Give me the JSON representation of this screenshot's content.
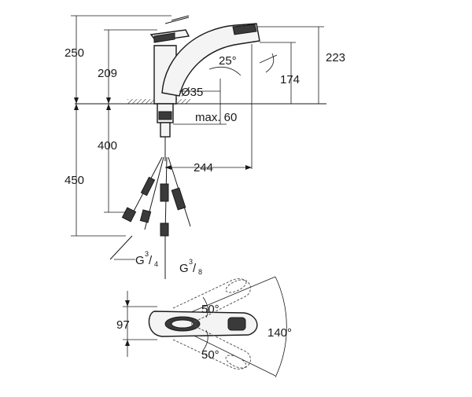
{
  "dimensions": {
    "height_total": "250",
    "height_spout": "209",
    "height_pullout": "223",
    "height_head": "174",
    "angle_head": "25°",
    "diameter": "Ø35",
    "max_thickness": "max. 60",
    "hose_400": "400",
    "hose_450": "450",
    "reach": "244",
    "connection_left_base": "G",
    "connection_left_num": "3",
    "connection_left_den": "4",
    "connection_right_base": "G",
    "connection_right_num": "3",
    "connection_right_den": "8",
    "top_view_width": "97",
    "top_view_angle_upper": "50°",
    "top_view_angle_lower": "50°",
    "top_view_swivel": "140°"
  },
  "colors": {
    "line": "#1a1a1a",
    "fill": "#f4f4f4",
    "dark": "#3a3a3a"
  }
}
